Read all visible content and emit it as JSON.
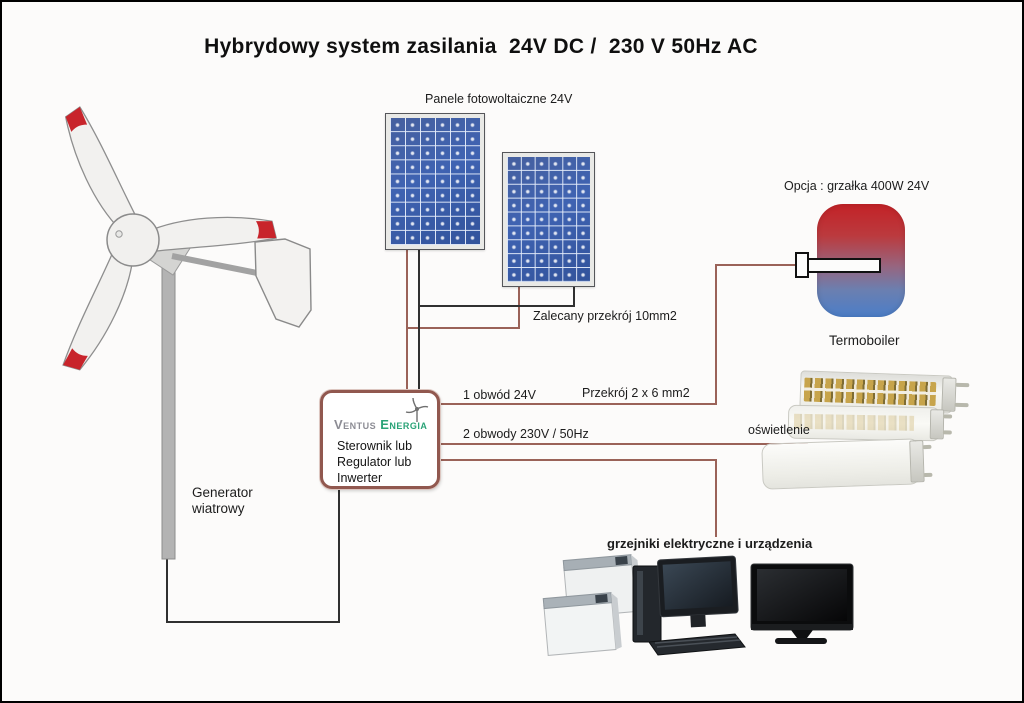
{
  "title": "Hybrydowy system zasilania  24V DC /  230 V 50Hz AC",
  "solar": {
    "label": "Panele fotowoltaiczne 24V",
    "wire_note": "Zalecany przekrój 10mm2"
  },
  "turbine": {
    "label": "Generator wiatrowy"
  },
  "controller": {
    "brand_primary": "Ventus",
    "brand_secondary": "Energia",
    "lines": [
      "Sterownik lub",
      "Regulator lub",
      "Inwerter"
    ]
  },
  "circuits": {
    "dc_label": "1 obwód 24V",
    "dc_cross_section": "Przekrój 2 x 6 mm2",
    "ac_label": "2 obwody 230V / 50Hz"
  },
  "boiler": {
    "option": "Opcja : grzałka 400W 24V",
    "name": "Termoboiler"
  },
  "lighting": {
    "label": "oświetlenie"
  },
  "loads": {
    "label": "grzejniki elektryczne i urządzenia"
  },
  "colors": {
    "wire_red": "#9a6258",
    "wire_black": "#303030",
    "panel_blue": "#3b5fa7",
    "boiler_hot": "#c32227",
    "boiler_cold": "#4b7ec8",
    "blade_tip_red": "#c8242b",
    "brand_gray": "#8c8c94",
    "brand_green": "#2aa377"
  }
}
